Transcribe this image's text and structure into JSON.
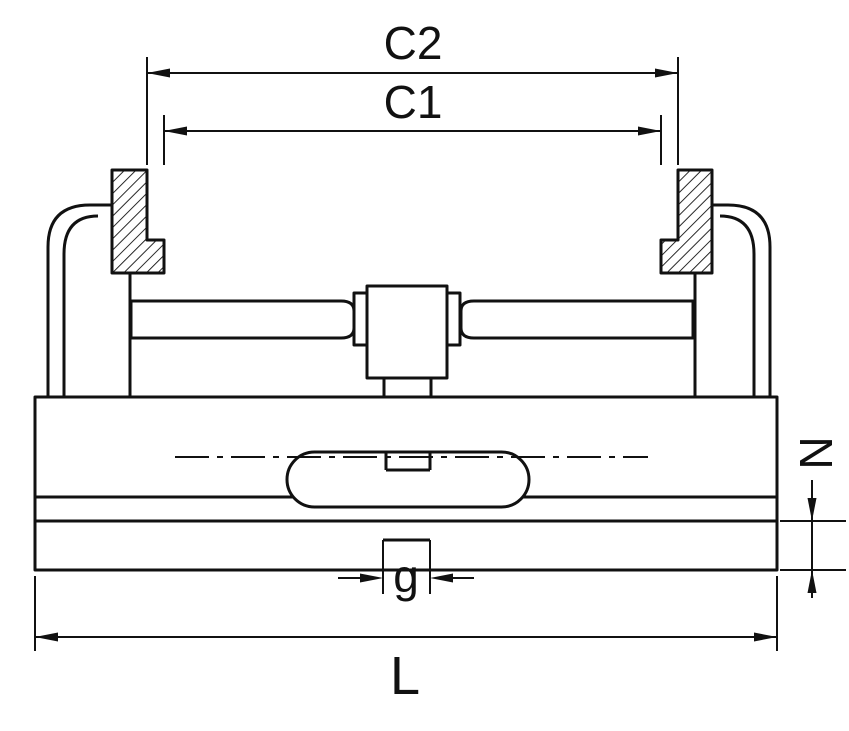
{
  "drawing": {
    "background_color": "#ffffff",
    "line_color": "#111111",
    "labels": {
      "c2": "C2",
      "c1": "C1",
      "n": "N",
      "g": "g",
      "l": "L"
    }
  }
}
